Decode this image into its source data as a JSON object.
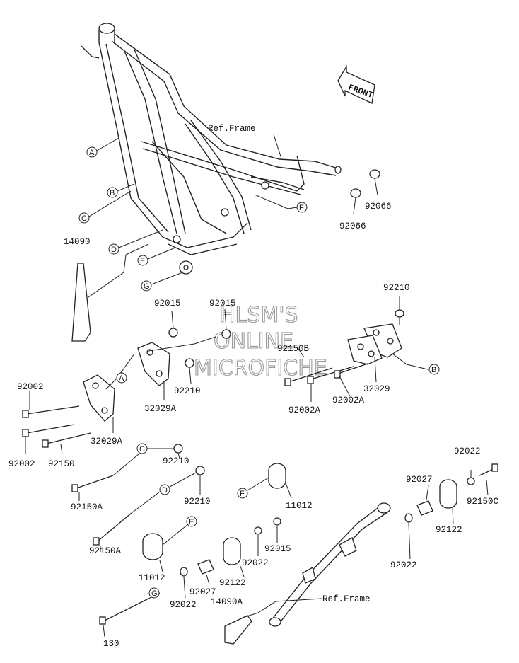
{
  "diagram": {
    "front_label": "FRONT",
    "watermark": [
      "HLSM'S",
      "ONLINE",
      "MICROFICHE"
    ],
    "ref_labels": {
      "top": "Ref.Frame",
      "bottom": "Ref.Frame"
    },
    "callouts": [
      "A",
      "B",
      "C",
      "D",
      "E",
      "F",
      "G"
    ],
    "parts": {
      "p14090": "14090",
      "p92066a": "92066",
      "p92066b": "92066",
      "p92210a": "92210",
      "p92015a": "92015",
      "p92015b": "92015",
      "p92150b": "92150B",
      "p92002a1": "92002A",
      "p92002a2": "92002A",
      "p32029": "32029",
      "p92002x": "92002",
      "p92002y": "92002",
      "p32029a1": "32029A",
      "p32029a2": "32029A",
      "p92210b": "92210",
      "p92150": "92150",
      "p92210c": "92210",
      "p92150a1": "92150A",
      "p92210d": "92210",
      "p92150a2": "92150A",
      "p11012a": "11012",
      "p11012b": "11012",
      "p92015c": "92015",
      "p92022a": "92022",
      "p92022b": "92022",
      "p92022c": "92022",
      "p92022d": "92022",
      "p92027a": "92027",
      "p92027b": "92027",
      "p92150c": "92150C",
      "p92122a": "92122",
      "p92122b": "92122",
      "p14090a": "14090A",
      "p130": "130"
    }
  }
}
